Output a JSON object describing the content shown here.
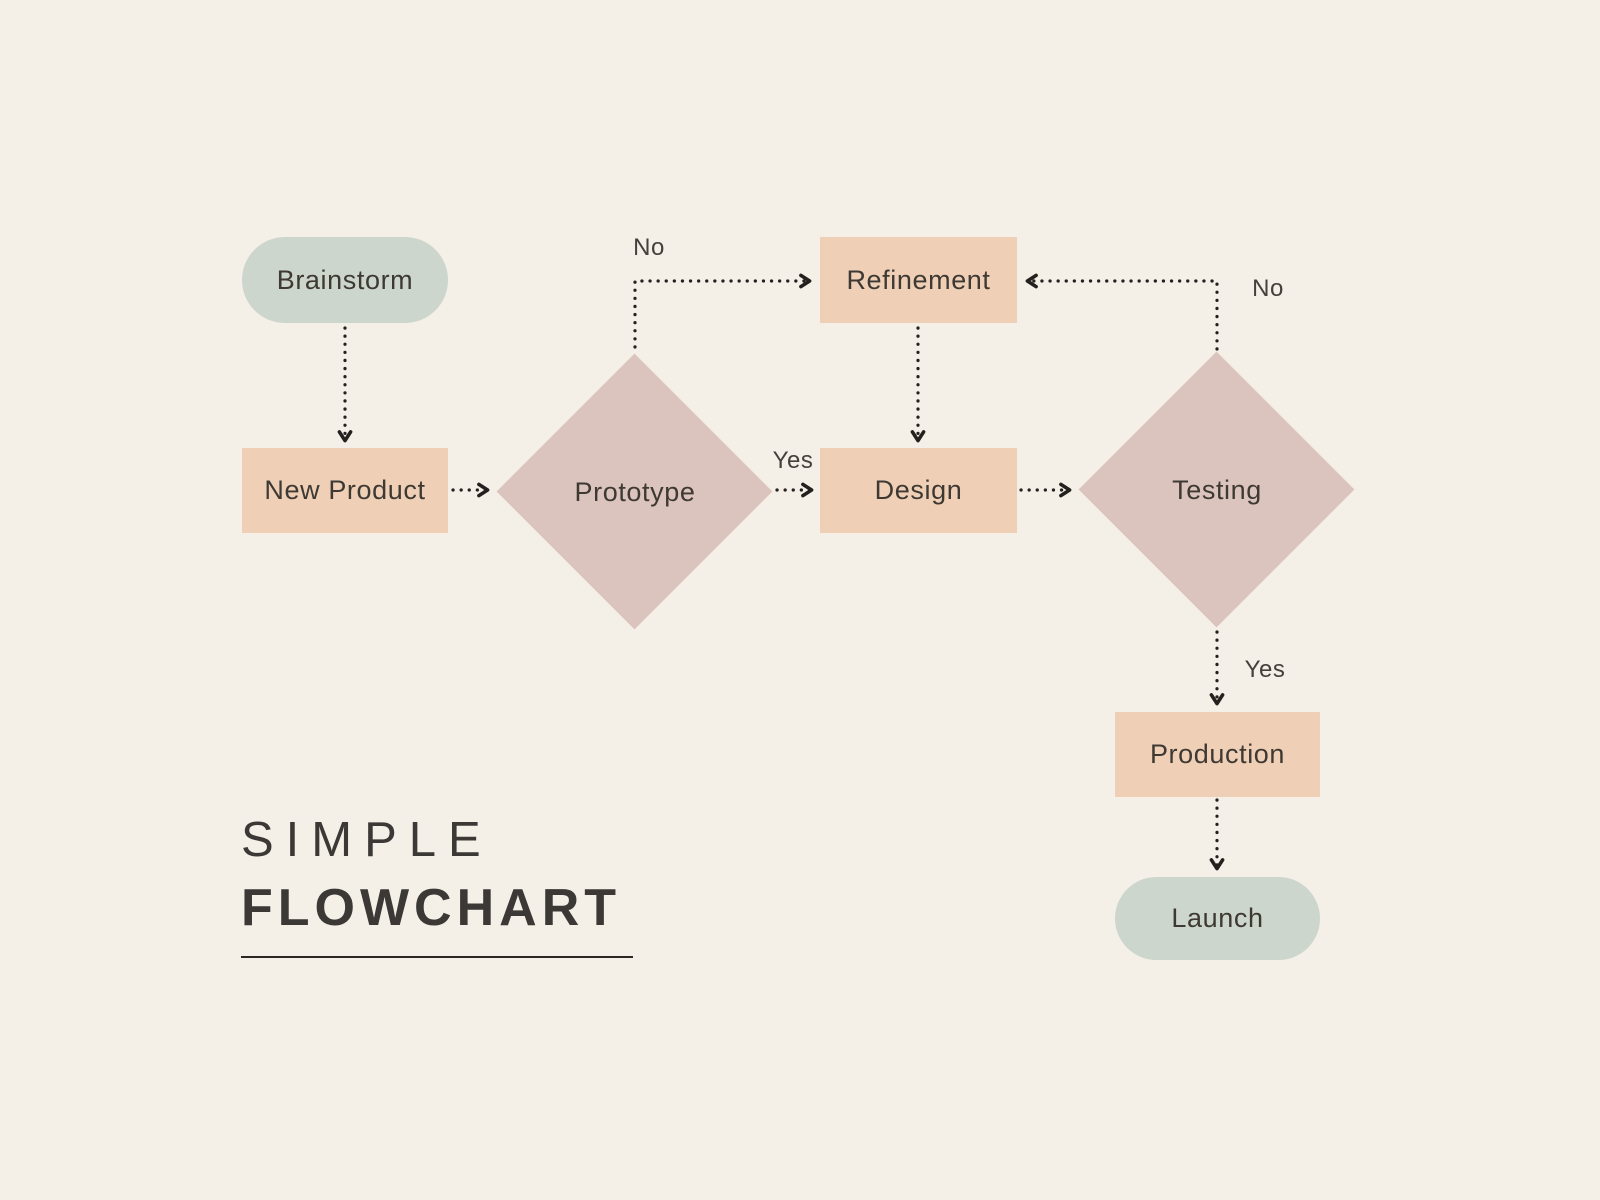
{
  "title": {
    "line1": "SIMPLE",
    "line2": "FLOWCHART"
  },
  "nodes": {
    "brainstorm": {
      "label": "Brainstorm",
      "shape": "pill"
    },
    "new_product": {
      "label": "New Product",
      "shape": "rect"
    },
    "prototype": {
      "label": "Prototype",
      "shape": "diamond"
    },
    "refinement": {
      "label": "Refinement",
      "shape": "rect"
    },
    "design": {
      "label": "Design",
      "shape": "rect"
    },
    "testing": {
      "label": "Testing",
      "shape": "diamond"
    },
    "production": {
      "label": "Production",
      "shape": "rect"
    },
    "launch": {
      "label": "Launch",
      "shape": "pill"
    }
  },
  "edge_labels": {
    "prototype_no": "No",
    "prototype_yes": "Yes",
    "testing_no": "No",
    "testing_yes": "Yes"
  },
  "colors": {
    "background": "#f4efe7",
    "pill": "#ccd6cc",
    "process": "#efd0b6",
    "decision": "#dbc4bd",
    "text": "#3e3933",
    "line": "#23201d"
  }
}
